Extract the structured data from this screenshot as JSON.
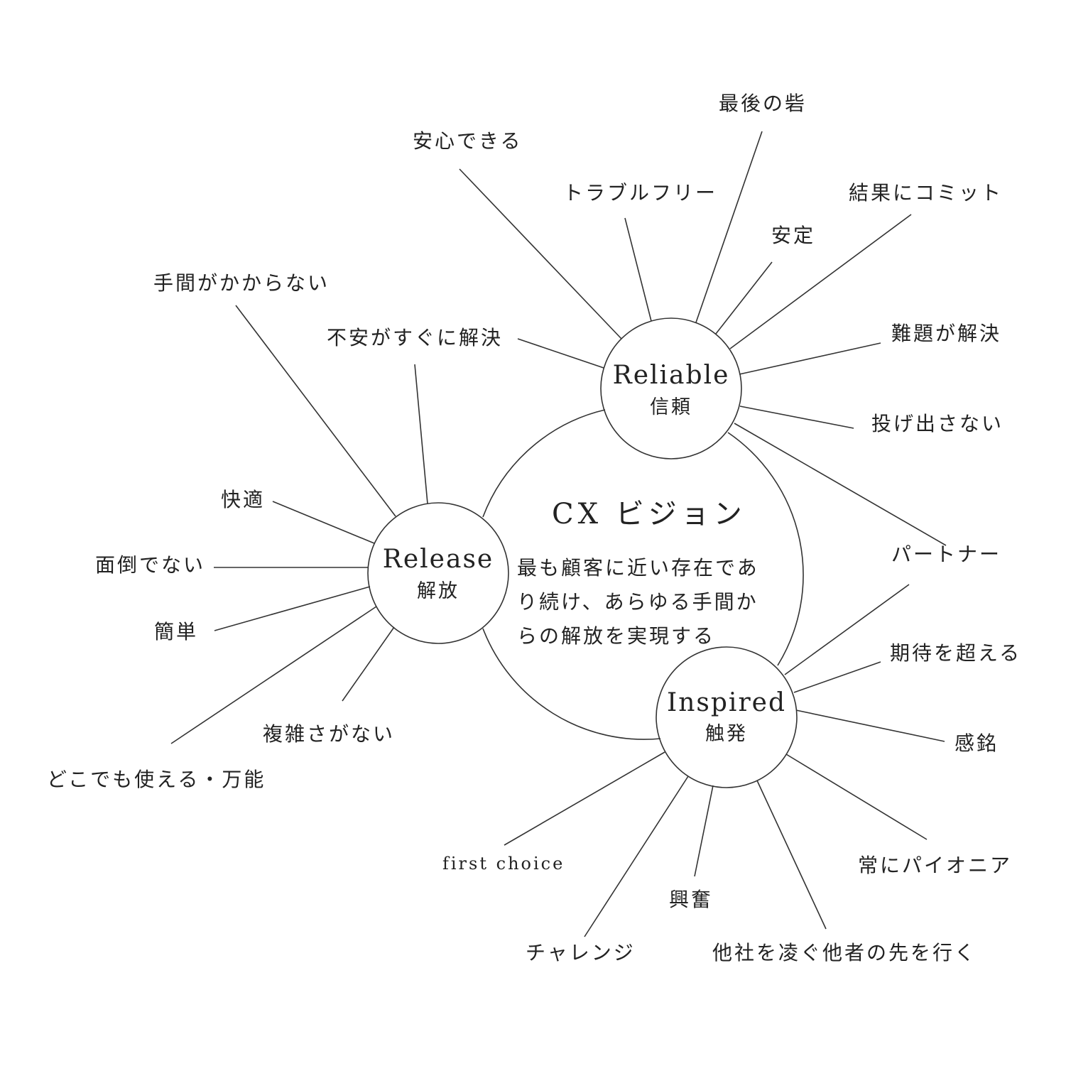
{
  "center": {
    "title": "CX ビジョン",
    "description_lines": [
      "最も顧客に近い存在であ",
      "り続け、あらゆる手間か",
      "らの解放を実現する"
    ]
  },
  "nodes": {
    "reliable": {
      "en": "Reliable",
      "ja": "信頼"
    },
    "release": {
      "en": "Release",
      "ja": "解放"
    },
    "inspired": {
      "en": "Inspired",
      "ja": "触発"
    }
  },
  "reliable_labels": {
    "saigo": "最後の砦",
    "anshin": "安心できる",
    "trouble": "トラブルフリー",
    "kekka": "結果にコミット",
    "antei": "安定",
    "fuan": "不安がすぐに解決",
    "nandai": "難題が解決",
    "nagedasanai": "投げ出さない",
    "partner": "パートナー"
  },
  "release_labels": {
    "temakanai": "手間がかからない",
    "kaiteki": "快適",
    "mendou": "面倒でない",
    "kantan": "簡単",
    "fukuzatsu": "複雑さがない",
    "dokodemo": "どこでも使える・万能"
  },
  "inspired_labels": {
    "kitai": "期待を超える",
    "kanmei": "感銘",
    "pioneer": "常にパイオニア",
    "first_choice": "first choice",
    "kofun": "興奮",
    "challenge": "チャレンジ",
    "tasha": "他社を凌ぐ他者の先を行く"
  },
  "colors": {
    "line": "#333333",
    "text": "#222222",
    "background": "#ffffff"
  }
}
